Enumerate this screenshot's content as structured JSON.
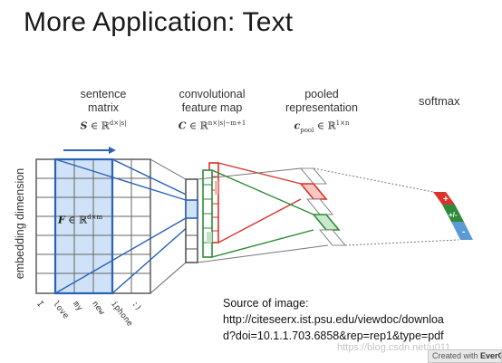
{
  "title": "More Application: Text",
  "columns": {
    "sentence_matrix": {
      "label_line1": "sentence",
      "label_line2": "matrix",
      "math": "S ∈ ℝ^{d×|s|}"
    },
    "conv_feature_map": {
      "label_line1": "convolutional",
      "label_line2": "feature map",
      "math": "C ∈ ℝ^{n×|s|−m+1}"
    },
    "pooled": {
      "label_line1": "pooled",
      "label_line2": "representation",
      "math": "c_pool ∈ ℝ^{1×n}"
    },
    "softmax": {
      "label": "softmax"
    }
  },
  "axis": {
    "ylabel": "embedding dimension"
  },
  "filter_label": "F ∈ ℝ^{d×m}",
  "words": [
    "I",
    "love",
    "my",
    "new",
    "iphone",
    ":)"
  ],
  "softmax_outputs": [
    {
      "symbol": "+",
      "color": "#d9332b"
    },
    {
      "symbol": "+/-",
      "color": "#2e8b3a"
    },
    {
      "symbol": "-",
      "color": "#5b9bd5"
    }
  ],
  "source": {
    "line1": "Source of image:",
    "line2": "http://citeseerx.ist.psu.edu/viewdoc/downloa",
    "line3": "d?doi=10.1.1.703.6858&rep=rep1&type=pdf"
  },
  "watermark": "https://blog.csdn.net/u011...",
  "badge": {
    "prefix": "Created with ",
    "brand": "EverCa"
  },
  "colors": {
    "blue": "#2a62b8",
    "blue_fill": "#cfe2f7",
    "red": "#d9332b",
    "green": "#2e8b3a",
    "grid": "#555555"
  }
}
